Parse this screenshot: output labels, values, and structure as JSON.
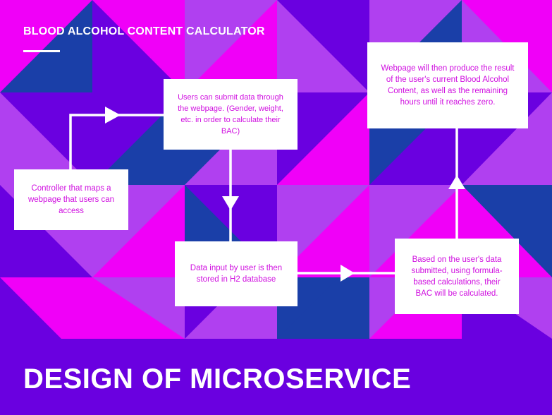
{
  "header": {
    "title": "BLOOD ALCOHOL CONTENT CALCULATOR"
  },
  "steps": {
    "controller": "Controller that maps a webpage that users can access",
    "submit": "Users can submit data through the webpage. (Gender, weight, etc. in order to calculate their BAC)",
    "store": "Data input by user is then stored in H2 database",
    "calculate": "Based on the user's data submitted, using formula-based calculations, their BAC will be calculated.",
    "result": "Webpage will then produce the result of the user's current Blood Alcohol Content, as well as the remaining hours until it reaches zero."
  },
  "footer": {
    "title": "DESIGN OF MICROSERVICE"
  },
  "colors": {
    "purple": "#6a00e0",
    "magenta": "#f000f8",
    "blue": "#1a3fa8",
    "violet": "#b040f0",
    "text": "#d010e0",
    "white": "#ffffff"
  }
}
